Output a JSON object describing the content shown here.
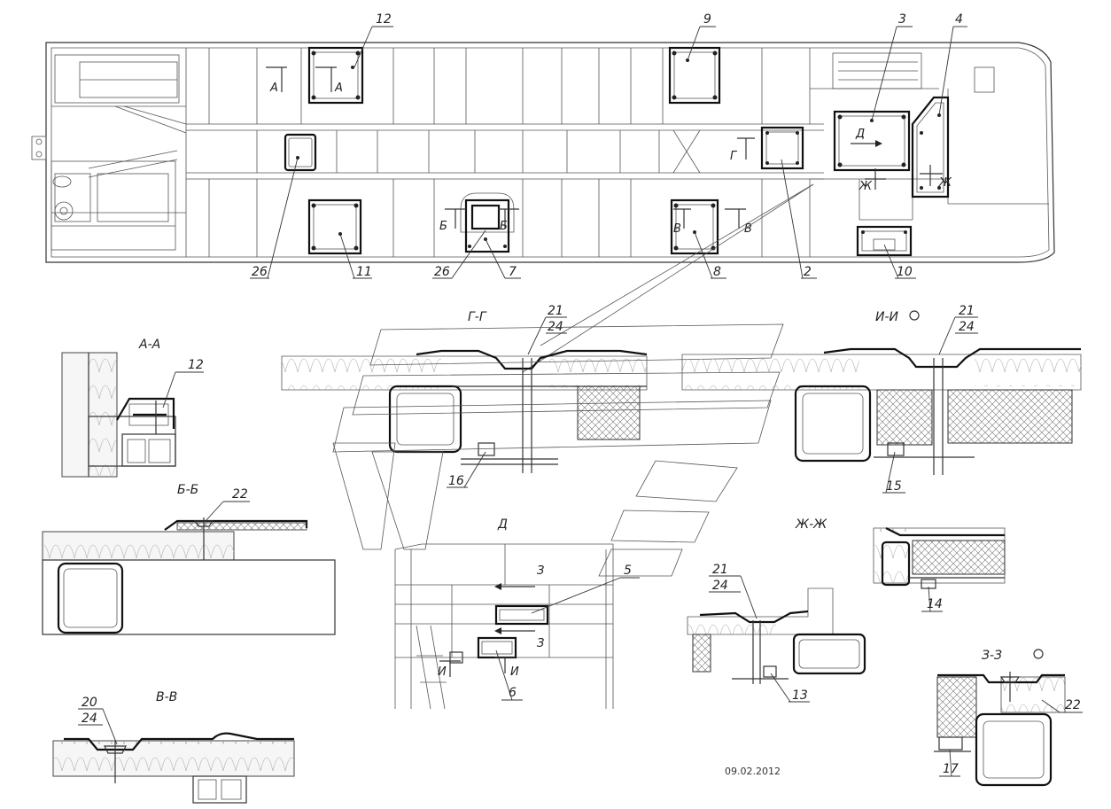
{
  "plan": {
    "callouts": [
      {
        "id": "c12",
        "text": "12"
      },
      {
        "id": "c9",
        "text": "9"
      },
      {
        "id": "c3",
        "text": "3"
      },
      {
        "id": "c4",
        "text": "4"
      },
      {
        "id": "c26a",
        "text": "26"
      },
      {
        "id": "c11",
        "text": "11"
      },
      {
        "id": "c26b",
        "text": "26"
      },
      {
        "id": "c7",
        "text": "7"
      },
      {
        "id": "c8",
        "text": "8"
      },
      {
        "id": "c2",
        "text": "2"
      },
      {
        "id": "c10",
        "text": "10"
      }
    ],
    "cut_marks": {
      "a1": "А",
      "a2": "А",
      "b1": "Б",
      "b2": "Б",
      "v1": "В",
      "v2": "В",
      "g1": "Г",
      "d1": "Д",
      "zh1": "Ж",
      "zh2": "Ж"
    }
  },
  "sections": {
    "aa": {
      "title": "А-А",
      "callout": "12"
    },
    "bb": {
      "title": "Б-Б",
      "callout": "22"
    },
    "vv": {
      "title": "В-В",
      "callout_top": "20",
      "callout_bottom": "24"
    },
    "gg": {
      "title": "Г-Г",
      "callout_top": "21",
      "callout_bottom": "24",
      "callout_lower": "16"
    },
    "ii": {
      "title": "И-И",
      "callout_top": "21",
      "callout_bottom": "24",
      "callout_lower": "15"
    },
    "d": {
      "title": "Д",
      "callout_right": "5",
      "callout_bottom": "6",
      "cut_z1": "З",
      "cut_z2": "З",
      "cut_i1": "И",
      "cut_i2": "И"
    },
    "zhzh": {
      "title": "Ж-Ж",
      "callout_top": "21",
      "callout_bottom": "24",
      "callout_lower": "13",
      "callout_right": "14"
    },
    "zz": {
      "title": "З-З",
      "callout_right": "22",
      "callout_lower": "17"
    }
  },
  "footer": {
    "date": "09.02.2012"
  }
}
